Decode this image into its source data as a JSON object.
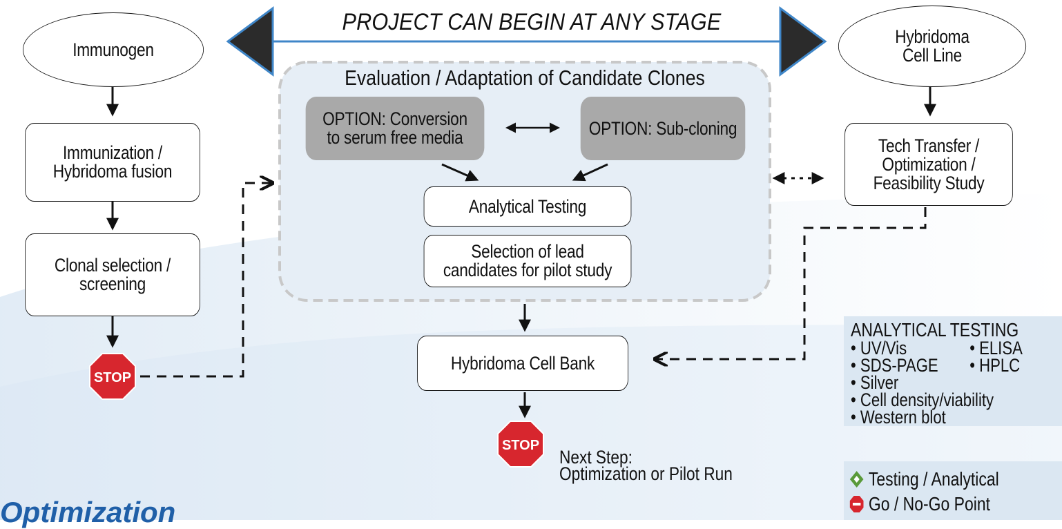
{
  "banner": "PROJECT CAN BEGIN AT ANY STAGE",
  "eval_title": "Evaluation / Adaptation of Candidate Clones",
  "nodes": {
    "immunogen": "Immunogen",
    "immunization": "Immunization /\nHybridoma fusion",
    "clonal": "Clonal selection /\nscreening",
    "hybridoma_line": "Hybridoma\nCell Line",
    "tech_transfer": "Tech Transfer /\nOptimization /\nFeasibility Study",
    "option_serum": "OPTION: Conversion\nto serum free media",
    "option_subclone": "OPTION: Sub-cloning",
    "analytical": "Analytical Testing",
    "selection": "Selection of lead\ncandidates for pilot study",
    "cell_bank": "Hybridoma Cell Bank"
  },
  "stop_label": "STOP",
  "next_step": "Next Step:\nOptimization or Pilot Run",
  "legend": {
    "title": "ANALYTICAL TESTING",
    "rows": [
      [
        "• UV/Vis",
        "• ELISA"
      ],
      [
        "• SDS-PAGE",
        "• HPLC"
      ],
      [
        "• Silver",
        ""
      ],
      [
        "• Cell density/viability",
        ""
      ],
      [
        "• Western blot",
        ""
      ]
    ]
  },
  "key": {
    "testing": "Testing / Analytical",
    "gonogo": "Go / No-Go Point"
  },
  "bottom_title": "Optimization",
  "colors": {
    "banner_line": "#3f86c8",
    "triangle": "#2b2b2b",
    "gray_box": "#a9a9a9",
    "eval_bg": "#e6eef6",
    "stop_red": "#d7262e",
    "diamond_green": "#5a9a3a",
    "legend_bg": "#dbe7f2",
    "title_blue": "#1f5fa8"
  }
}
